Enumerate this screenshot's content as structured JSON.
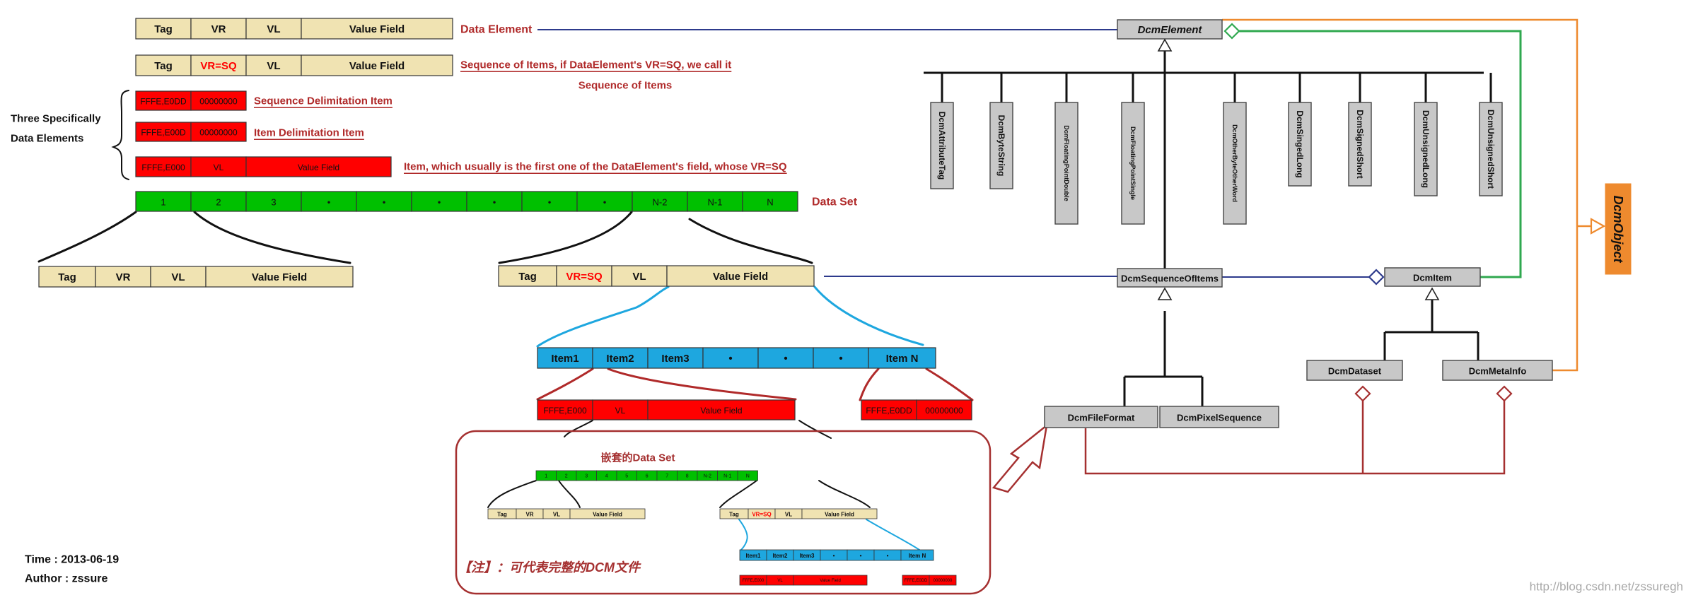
{
  "colors": {
    "tan": "#f0e3b2",
    "red": "#ff0000",
    "green": "#00c000",
    "blue": "#1ea7df",
    "gray": "#c8c8c8",
    "darkred": "#b02a2a",
    "navy": "#2d3a8c",
    "orange": "#ee8a2e",
    "linegreen": "#2fa84f",
    "maroon": "#a53030"
  },
  "rows": {
    "data_element": [
      "Tag",
      "VR",
      "VL",
      "Value Field"
    ],
    "sequence_element": [
      "Tag",
      "VR=SQ",
      "VL",
      "Value Field"
    ],
    "seq_delim": [
      "FFFE,E0DD",
      "00000000"
    ],
    "item_delim": [
      "FFFE,E00D",
      "00000000"
    ],
    "item": [
      "FFFE,E000",
      "VL",
      "Value Field"
    ],
    "data_set": [
      "1",
      "2",
      "3",
      "•",
      "•",
      "•",
      "•",
      "•",
      "•",
      "N-2",
      "N-1",
      "N"
    ],
    "items": [
      "Item1",
      "Item2",
      "Item3",
      "•",
      "•",
      "•",
      "Item N"
    ],
    "item_first": [
      "FFFE,E000",
      "VL",
      "Value Field"
    ],
    "item_last": [
      "FFFE,E0DD",
      "00000000"
    ],
    "expanded_element": [
      "Tag",
      "VR",
      "VL",
      "Value Field"
    ],
    "expanded_sequence": [
      "Tag",
      "VR=SQ",
      "VL",
      "Value Field"
    ]
  },
  "labels": {
    "data_element": "Data Element",
    "sequence_line1": "Sequence of Items, if DataElement's VR=SQ, we call it",
    "sequence_line2": "Sequence of Items",
    "seq_delim": "Sequence Delimitation Item",
    "item_delim": "Item Delimitation Item",
    "item": "Item, which usually is the first one of the DataElement's field, whose VR=SQ",
    "data_set": "Data Set",
    "three_line1": "Three Specifically",
    "three_line2": "Data Elements",
    "nested_title": "嵌套的Data Set",
    "note": "【注】：可代表完整的DCM文件",
    "time": "Time : 2013-06-19",
    "author": "Author : zssure",
    "watermark": "http://blog.csdn.net/zssuregh"
  },
  "mini": {
    "data_set": [
      "1",
      "2",
      "3",
      "4",
      "5",
      "6",
      "7",
      "8",
      "N-2",
      "N-1",
      "N"
    ],
    "element": [
      "Tag",
      "VR",
      "VL",
      "Value Field"
    ],
    "sequence": [
      "Tag",
      "VR=SQ",
      "VL",
      "Value Field"
    ],
    "items": [
      "Item1",
      "Item2",
      "Item3",
      "•",
      "•",
      "•",
      "Item N"
    ],
    "item_first": [
      "FFFE,E000",
      "VL",
      "Value Field"
    ],
    "item_last": [
      "FFFE,E0DD",
      "00000000"
    ]
  },
  "uml": {
    "dcm_element": "DcmElement",
    "subclasses": [
      "DcmAttributeTag",
      "DcmByteString",
      "DcmFloatingPointDouble",
      "DcmFloatingPointSingle",
      "DcmOtherByteOtherWord",
      "DcmSingedLong",
      "DcmSignedShort",
      "DcmUnsignedLong",
      "DcmUnsignedShort"
    ],
    "sequence_of_items": "DcmSequenceOfItems",
    "file_format": "DcmFileFormat",
    "pixel_sequence": "DcmPixelSequence",
    "item": "DcmItem",
    "dataset": "DcmDataset",
    "meta_info": "DcmMetaInfo",
    "dcm_object": "DcmObject"
  }
}
